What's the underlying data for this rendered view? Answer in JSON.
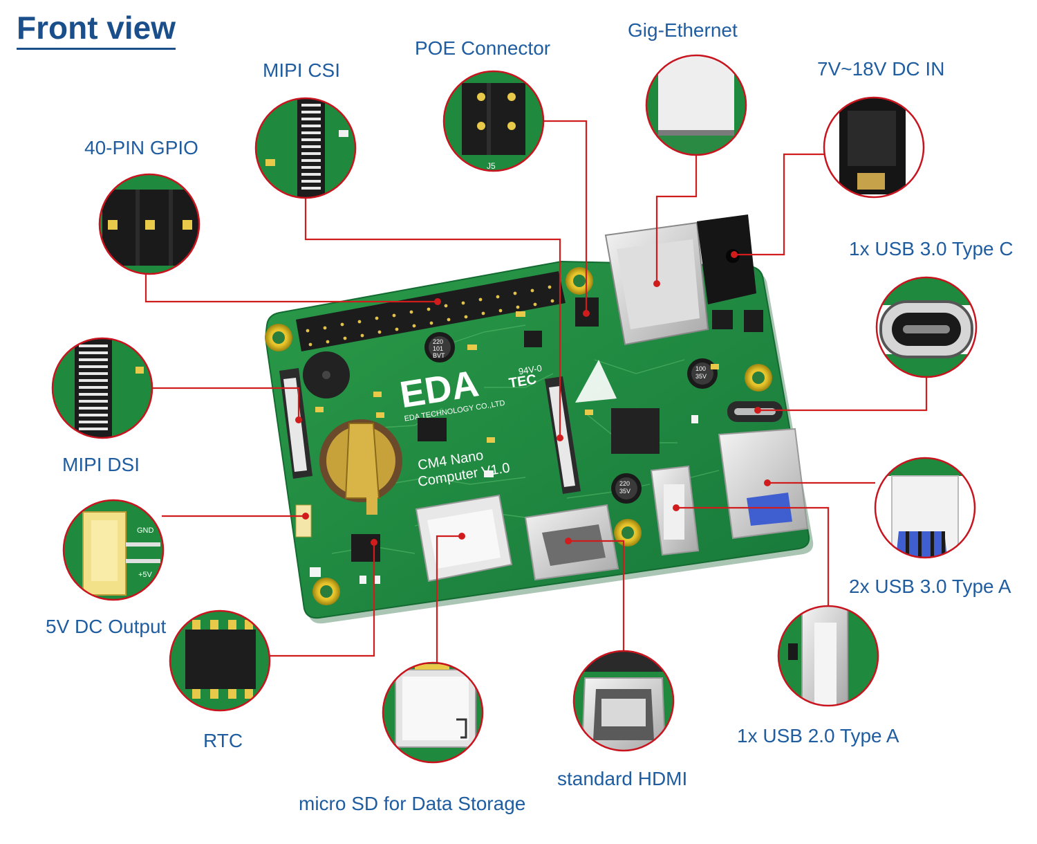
{
  "title": "Front view",
  "labels": {
    "mipi_csi": "MIPI CSI",
    "poe": "POE Connector",
    "gig_ethernet": "Gig-Ethernet",
    "dc_in": "7V~18V DC IN",
    "gpio": "40-PIN GPIO",
    "usb_c": "1x USB 3.0 Type C",
    "mipi_dsi": "MIPI DSI",
    "usb3a": "2x USB 3.0 Type A",
    "dc_out": "5V DC Output",
    "rtc": "RTC",
    "usb2a": "1x USB 2.0 Type A",
    "hdmi": "standard HDMI",
    "microsd": "micro SD for Data Storage"
  },
  "board_markings": {
    "logo": "EDA",
    "logo_suffix": "TEC",
    "company": "EDA TECHNOLOGY CO.,LTD",
    "product_line1": "CM4 Nano",
    "product_line2": "Computer V1.0",
    "cap1_1": "220",
    "cap1_2": "101",
    "cap1_3": "BVT",
    "cap2_1": "100",
    "cap2_2": "35V",
    "cap3_1": "220",
    "cap3_2": "35V",
    "j5": "J5",
    "gnd": "GND",
    "v5": "+5V",
    "cert": "94V-0"
  },
  "colors": {
    "title": "#1a4f8b",
    "label": "#1f5da0",
    "leader": "#d01c1c",
    "board": "#1e8a3c",
    "zoom_ring": "#c8141e"
  }
}
